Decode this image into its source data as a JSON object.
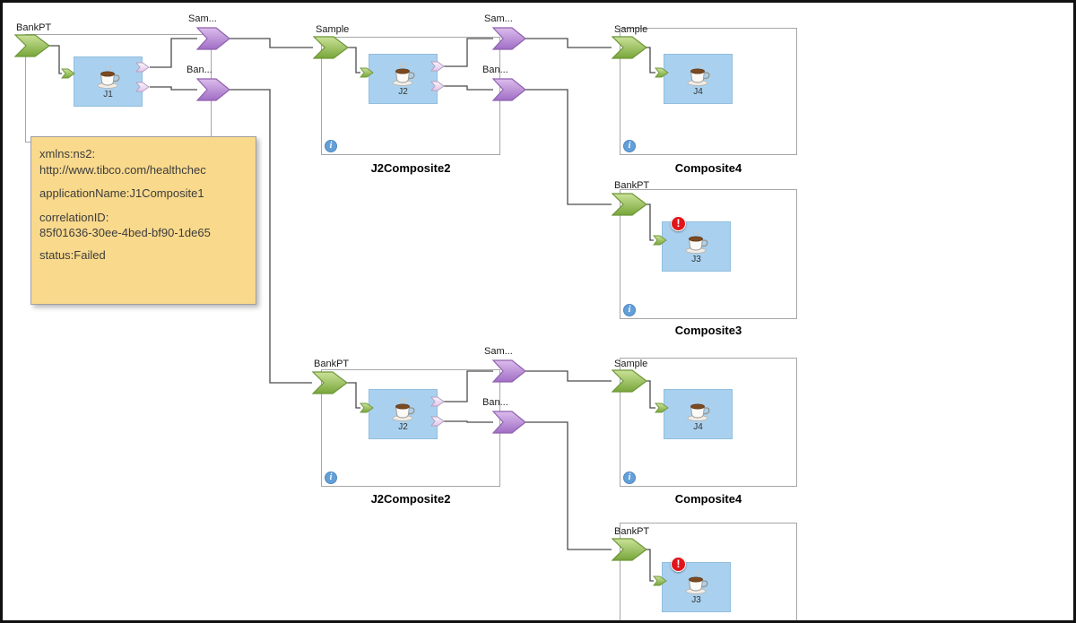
{
  "tooltip": {
    "lines": [
      "xmlns:ns2:",
      "http://www.tibco.com/healthchec",
      "applicationName:J1Composite1",
      "correlationID:",
      "85f01636-30ee-4bed-bf90-1de65",
      "status:Failed"
    ]
  },
  "icons": {
    "info_glyph": "i",
    "error_glyph": "!"
  },
  "composites": [
    {
      "label": "",
      "input": "BankPT",
      "component": "J1",
      "outputs": [
        "Sam...",
        "Ban..."
      ],
      "has_error": false,
      "has_info": false
    },
    {
      "label": "J2Composite2",
      "input": "Sample",
      "component": "J2",
      "outputs": [
        "Sam...",
        "Ban..."
      ],
      "has_error": false,
      "has_info": true
    },
    {
      "label": "Composite4",
      "input": "Sample",
      "component": "J4",
      "outputs": [],
      "has_error": false,
      "has_info": true
    },
    {
      "label": "Composite3",
      "input": "BankPT",
      "component": "J3",
      "outputs": [],
      "has_error": true,
      "has_info": true
    },
    {
      "label": "J2Composite2",
      "input": "BankPT",
      "component": "J2",
      "outputs": [
        "Sam...",
        "Ban..."
      ],
      "has_error": false,
      "has_info": true
    },
    {
      "label": "Composite4",
      "input": "Sample",
      "component": "J4",
      "outputs": [],
      "has_error": false,
      "has_info": true
    },
    {
      "label": "",
      "input": "BankPT",
      "component": "J3",
      "outputs": [],
      "has_error": true,
      "has_info": false
    }
  ],
  "connections": [
    {
      "from_composite": 0,
      "from_output": "Sam...",
      "to_composite": 1,
      "to_input": "Sample"
    },
    {
      "from_composite": 0,
      "from_output": "Ban...",
      "to_composite": 4,
      "to_input": "BankPT"
    },
    {
      "from_composite": 1,
      "from_output": "Sam...",
      "to_composite": 2,
      "to_input": "Sample"
    },
    {
      "from_composite": 1,
      "from_output": "Ban...",
      "to_composite": 3,
      "to_input": "BankPT"
    },
    {
      "from_composite": 4,
      "from_output": "Sam...",
      "to_composite": 5,
      "to_input": "Sample"
    },
    {
      "from_composite": 4,
      "from_output": "Ban...",
      "to_composite": 6,
      "to_input": "BankPT"
    }
  ],
  "colors": {
    "input_arrow": "#8db64d",
    "output_arrow": "#b583d6",
    "component_fill": "#a9d1ef",
    "tooltip_bg": "#f9d98c",
    "error": "#e0151b",
    "info": "#64a0d8",
    "wire": "#4a4a4a"
  }
}
